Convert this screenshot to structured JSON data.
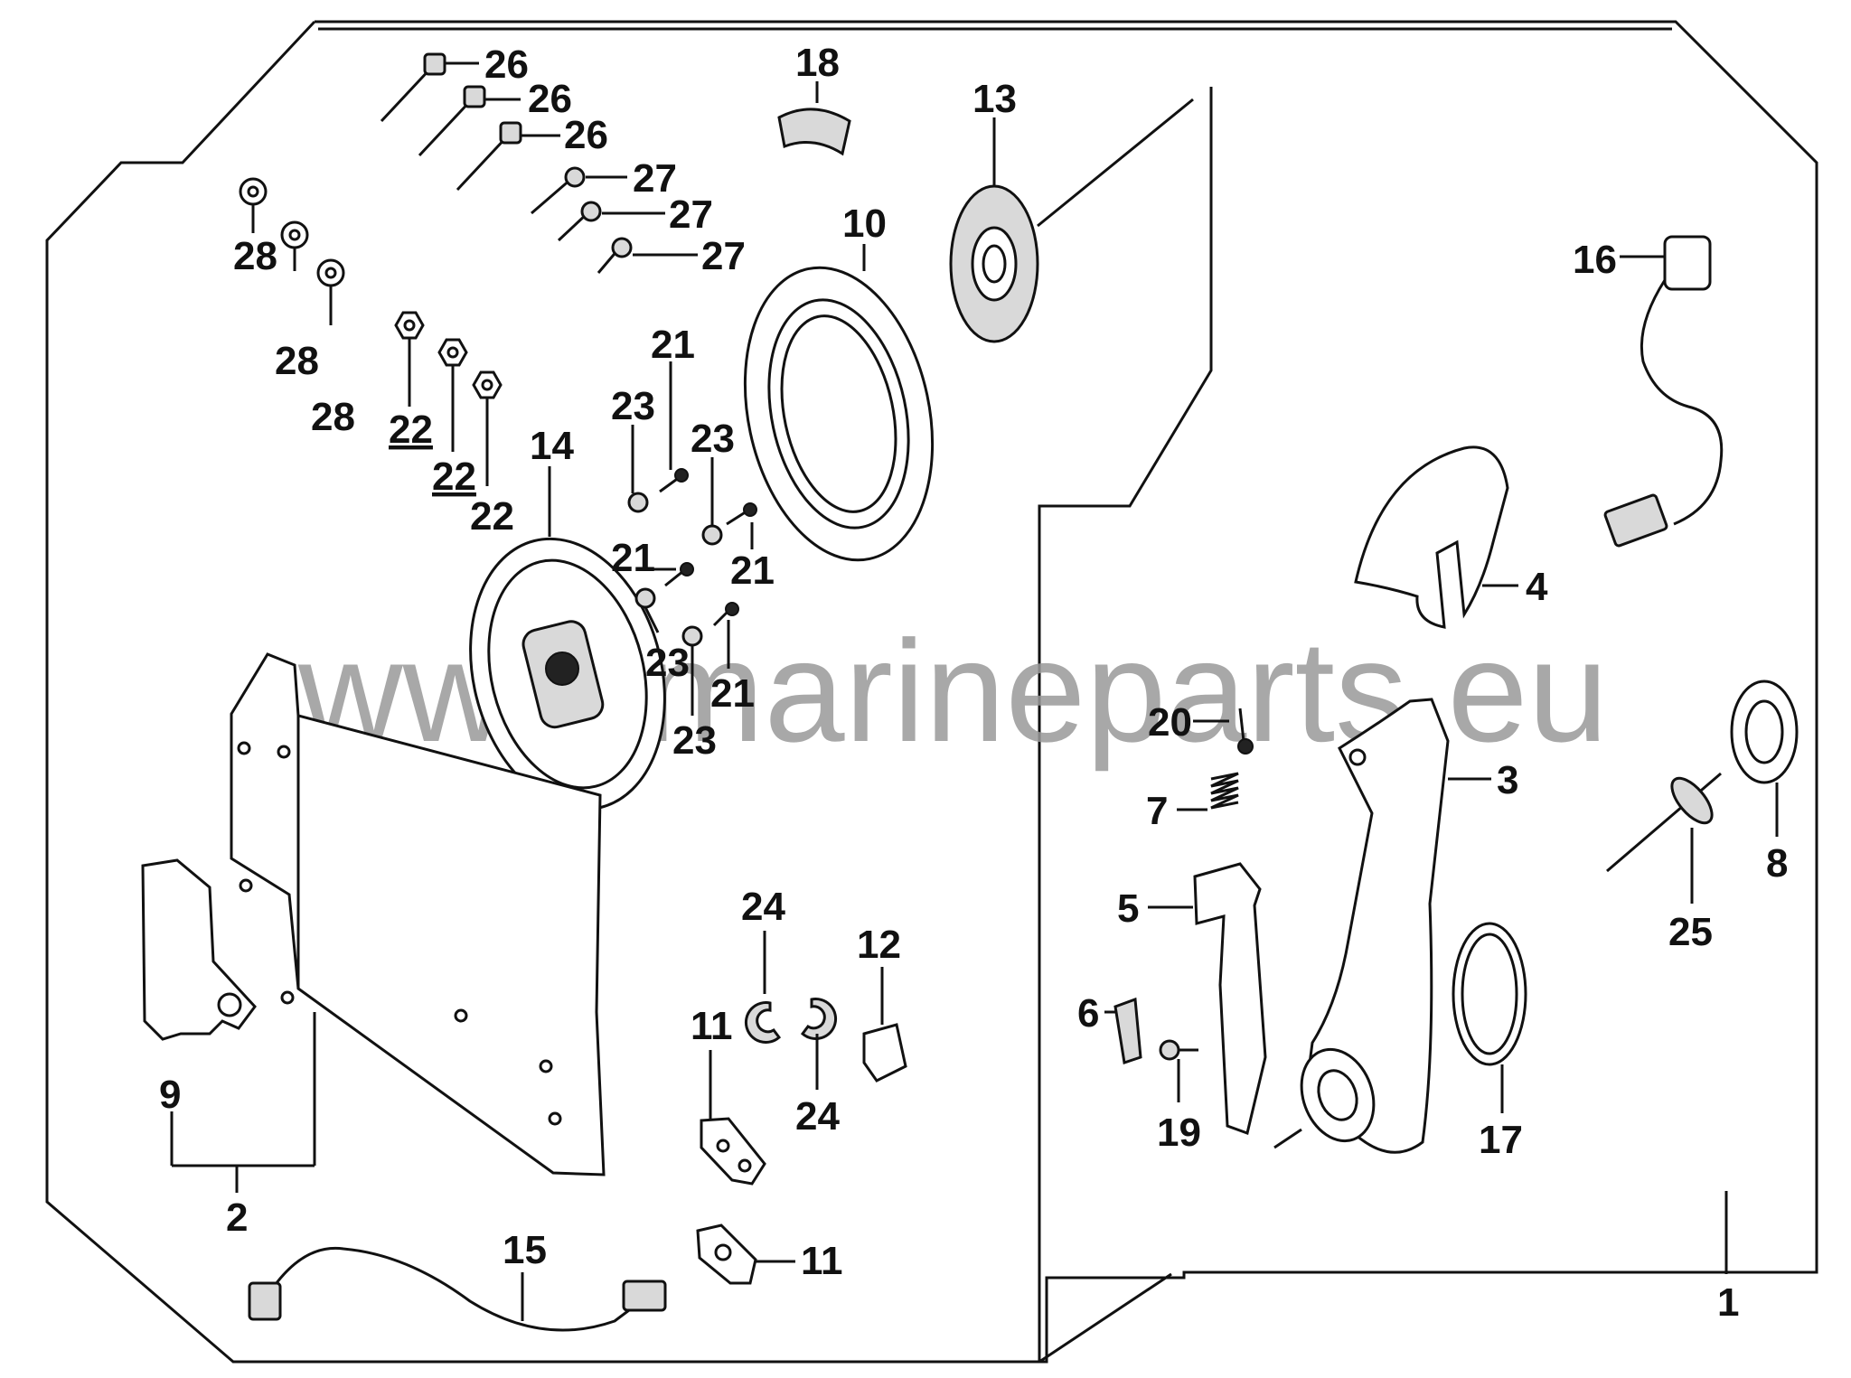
{
  "watermark": "www.marineparts.eu",
  "callouts": [
    {
      "id": "c26a",
      "text": "26"
    },
    {
      "id": "c26b",
      "text": "26"
    },
    {
      "id": "c26c",
      "text": "26"
    },
    {
      "id": "c27a",
      "text": "27"
    },
    {
      "id": "c27b",
      "text": "27"
    },
    {
      "id": "c27c",
      "text": "27"
    },
    {
      "id": "c28a",
      "text": "28"
    },
    {
      "id": "c28b",
      "text": "28"
    },
    {
      "id": "c28c",
      "text": "28"
    },
    {
      "id": "c22a",
      "text": "22"
    },
    {
      "id": "c22b",
      "text": "22"
    },
    {
      "id": "c22c",
      "text": "22"
    },
    {
      "id": "c18",
      "text": "18"
    },
    {
      "id": "c13",
      "text": "13"
    },
    {
      "id": "c10",
      "text": "10"
    },
    {
      "id": "c14",
      "text": "14"
    },
    {
      "id": "c21a",
      "text": "21"
    },
    {
      "id": "c21b",
      "text": "21"
    },
    {
      "id": "c21c",
      "text": "21"
    },
    {
      "id": "c21d",
      "text": "21"
    },
    {
      "id": "c23a",
      "text": "23"
    },
    {
      "id": "c23b",
      "text": "23"
    },
    {
      "id": "c23c",
      "text": "23"
    },
    {
      "id": "c23d",
      "text": "23"
    },
    {
      "id": "c16",
      "text": "16"
    },
    {
      "id": "c4",
      "text": "4"
    },
    {
      "id": "c20",
      "text": "20"
    },
    {
      "id": "c3",
      "text": "3"
    },
    {
      "id": "c7",
      "text": "7"
    },
    {
      "id": "c5",
      "text": "5"
    },
    {
      "id": "c6",
      "text": "6"
    },
    {
      "id": "c19",
      "text": "19"
    },
    {
      "id": "c17",
      "text": "17"
    },
    {
      "id": "c8",
      "text": "8"
    },
    {
      "id": "c25",
      "text": "25"
    },
    {
      "id": "c1",
      "text": "1"
    },
    {
      "id": "c9",
      "text": "9"
    },
    {
      "id": "c2",
      "text": "2"
    },
    {
      "id": "c24a",
      "text": "24"
    },
    {
      "id": "c24b",
      "text": "24"
    },
    {
      "id": "c12",
      "text": "12"
    },
    {
      "id": "c11a",
      "text": "11"
    },
    {
      "id": "c11b",
      "text": "11"
    },
    {
      "id": "c15",
      "text": "15"
    }
  ]
}
